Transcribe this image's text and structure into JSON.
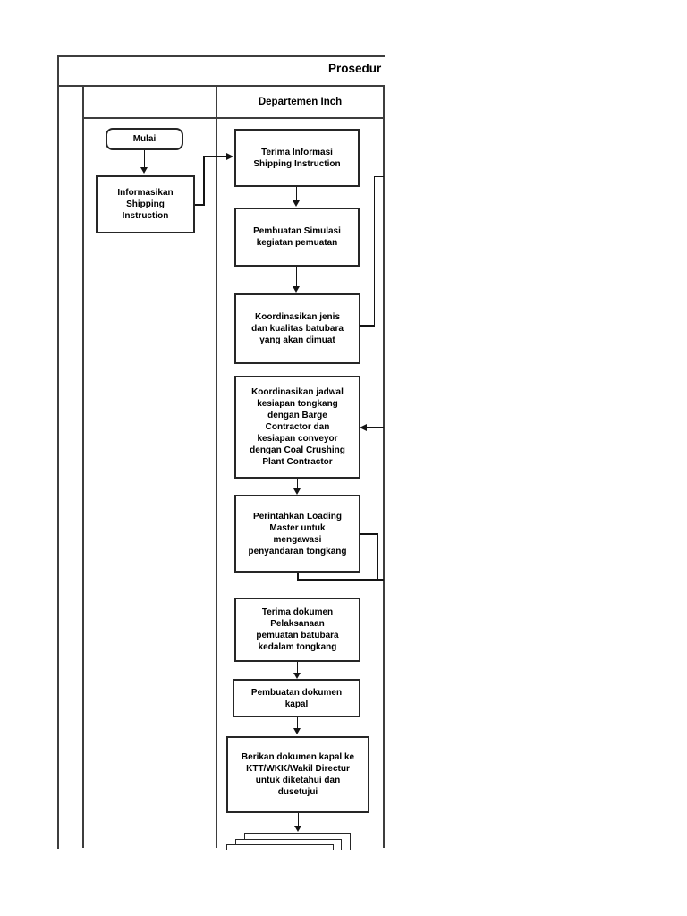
{
  "document": {
    "title": "Prosedur"
  },
  "lanes": {
    "main_header": "Departemen Inch"
  },
  "flow": {
    "start_label": "Mulai",
    "left_steps": [
      {
        "label": "Informasikan\nShipping\nInstruction"
      }
    ],
    "main_steps": [
      {
        "label": "Terima Informasi\nShipping Instruction"
      },
      {
        "label": "Pembuatan Simulasi\nkegiatan pemuatan"
      },
      {
        "label": "Koordinasikan jenis\ndan kualitas batubara\nyang akan dimuat"
      },
      {
        "label": "Koordinasikan jadwal\nkesiapan tongkang\ndengan Barge\nContractor dan\nkesiapan conveyor\ndengan Coal Crushing\nPlant Contractor"
      },
      {
        "label": "Perintahkan Loading\nMaster untuk\nmengawasi\npenyandaran tongkang"
      },
      {
        "label": "Terima dokumen\nPelaksanaan\npemuatan batubara\nkedalam tongkang"
      },
      {
        "label": "Pembuatan dokumen\nkapal"
      },
      {
        "label": "Berikan dokumen kapal ke\nKTT/WKK/Wakil Directur\nuntuk diketahui dan\ndusetujui"
      }
    ]
  },
  "colors": {
    "background": "#ffffff",
    "table_line": "#3d3d3d",
    "box_border": "#262626",
    "connector": "#141414",
    "text": "#000000"
  }
}
